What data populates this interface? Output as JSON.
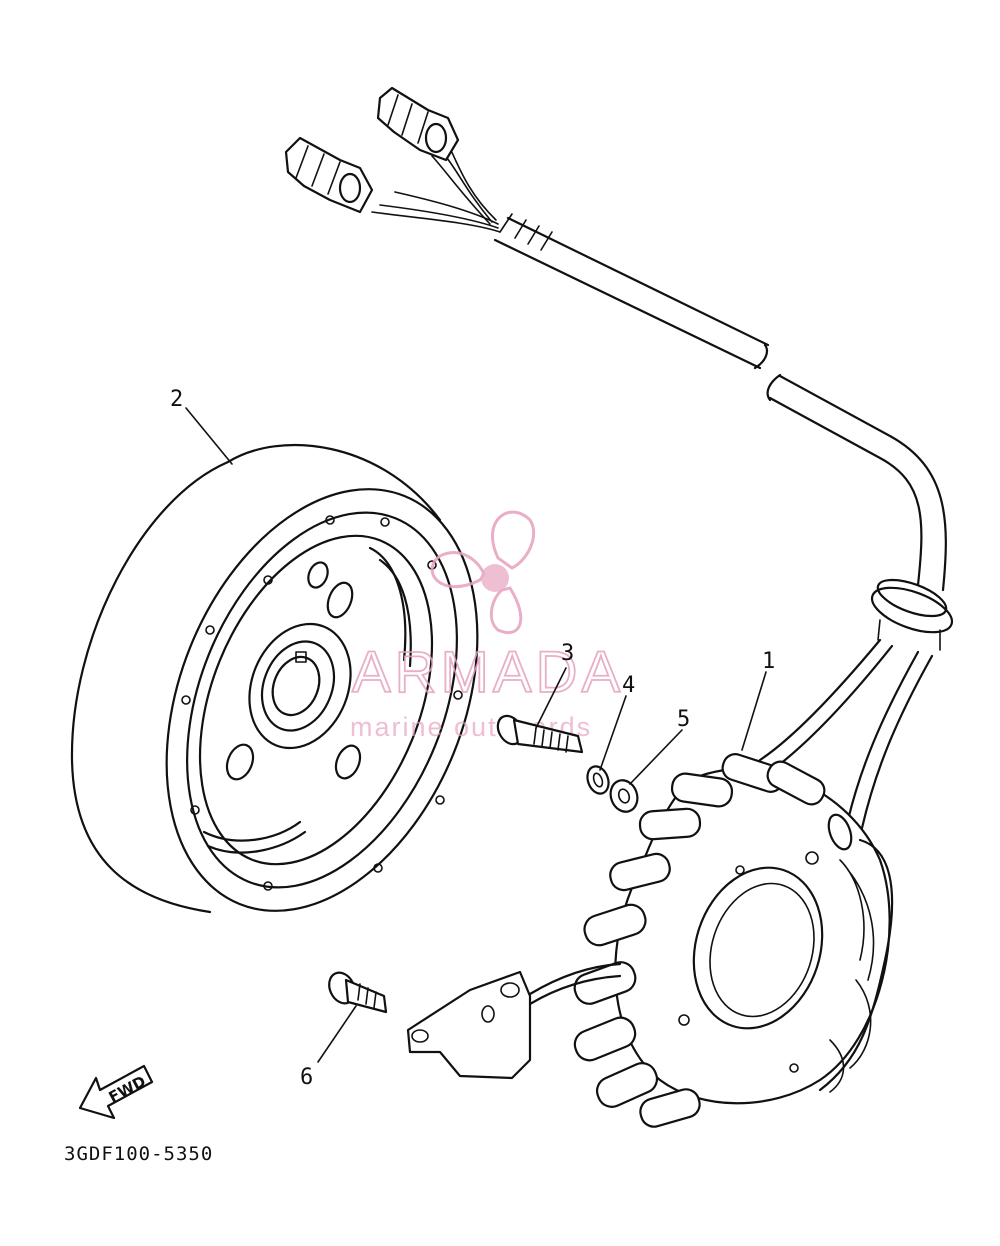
{
  "diagram": {
    "callouts": {
      "stator": "1",
      "rotor": "2",
      "bolt": "3",
      "lock_washer": "4",
      "plain_washer": "5",
      "screw": "6"
    },
    "fwd_label": "FWD",
    "drawing_code": "3GDF100-5350"
  },
  "watermark": {
    "brand": "ARMADA",
    "tagline": "marine outboards",
    "color": "#e6a0bf"
  }
}
